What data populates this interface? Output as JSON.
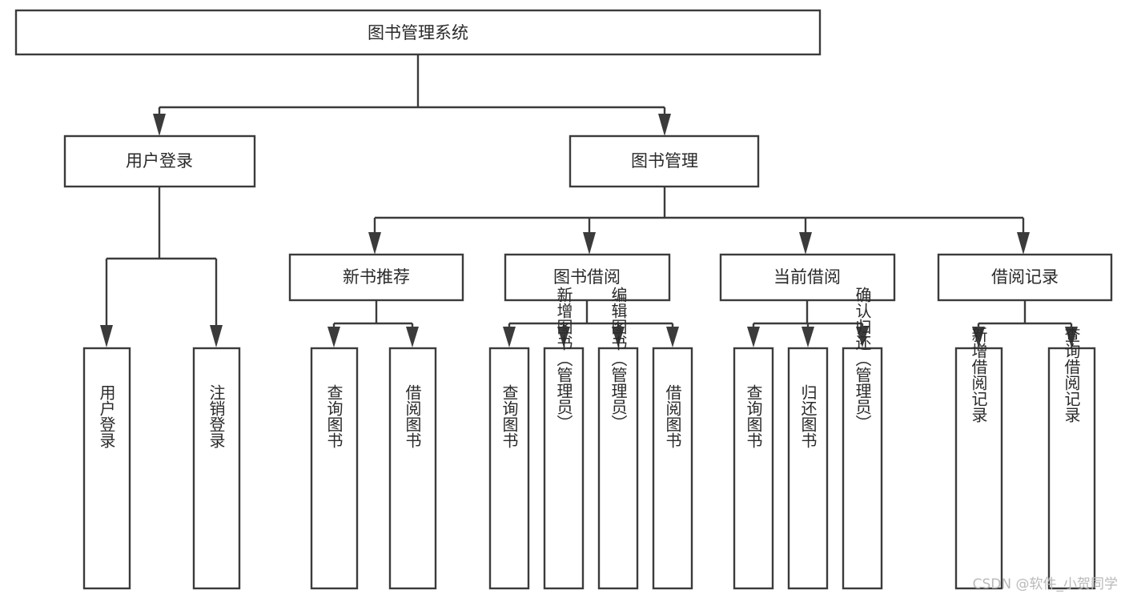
{
  "diagram": {
    "title": "图书管理系统",
    "type": "hierarchy-tree",
    "root": {
      "id": "root",
      "label": "图书管理系统",
      "orientation": "horizontal"
    },
    "level2": [
      {
        "id": "user-login",
        "label": "用户登录",
        "orientation": "horizontal"
      },
      {
        "id": "book-manage",
        "label": "图书管理",
        "orientation": "horizontal"
      }
    ],
    "level3": [
      {
        "id": "new-book-recommend",
        "label": "新书推荐",
        "orientation": "horizontal",
        "parent": "book-manage"
      },
      {
        "id": "book-borrow",
        "label": "图书借阅",
        "orientation": "horizontal",
        "parent": "book-manage"
      },
      {
        "id": "current-borrow",
        "label": "当前借阅",
        "orientation": "horizontal",
        "parent": "book-manage"
      },
      {
        "id": "borrow-record",
        "label": "借阅记录",
        "orientation": "horizontal",
        "parent": "book-manage"
      }
    ],
    "leaves": [
      {
        "id": "leaf-user-login",
        "label": "用户登录",
        "orientation": "vertical",
        "parent": "user-login"
      },
      {
        "id": "leaf-logout-login",
        "label": "注销登录",
        "orientation": "vertical",
        "parent": "user-login"
      },
      {
        "id": "leaf-query-book-1",
        "label": "查询图书",
        "orientation": "vertical",
        "parent": "new-book-recommend"
      },
      {
        "id": "leaf-borrow-book-1",
        "label": "借阅图书",
        "orientation": "vertical",
        "parent": "new-book-recommend"
      },
      {
        "id": "leaf-query-book-2",
        "label": "查询图书",
        "orientation": "vertical",
        "parent": "book-borrow"
      },
      {
        "id": "leaf-add-book",
        "label": "新增图书（管理员）",
        "orientation": "vertical",
        "parent": "book-borrow"
      },
      {
        "id": "leaf-edit-book",
        "label": "编辑图书（管理员）",
        "orientation": "vertical",
        "parent": "book-borrow"
      },
      {
        "id": "leaf-borrow-book-2",
        "label": "借阅图书",
        "orientation": "vertical",
        "parent": "book-borrow"
      },
      {
        "id": "leaf-query-book-3",
        "label": "查询图书",
        "orientation": "vertical",
        "parent": "current-borrow"
      },
      {
        "id": "leaf-return-book",
        "label": "归还图书",
        "orientation": "vertical",
        "parent": "current-borrow"
      },
      {
        "id": "leaf-confirm-return",
        "label": "确认归还（管理员）",
        "orientation": "vertical",
        "parent": "current-borrow"
      },
      {
        "id": "leaf-add-record",
        "label": "新增借阅记录",
        "orientation": "vertical",
        "parent": "borrow-record"
      },
      {
        "id": "leaf-query-record",
        "label": "查询借阅记录",
        "orientation": "vertical",
        "parent": "borrow-record"
      }
    ],
    "colors": {
      "box_fill": "#ffffff",
      "box_stroke": "#3b3b3b",
      "text": "#2a2a2a",
      "background": "#ffffff",
      "watermark": "#b9b9b9"
    }
  },
  "watermark": {
    "text": "CSDN @软件_小贺同学"
  }
}
